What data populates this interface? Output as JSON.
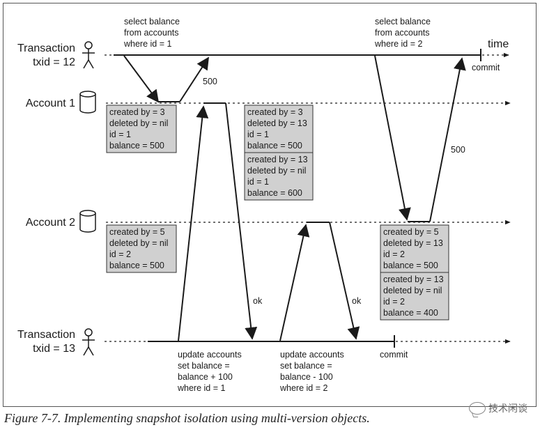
{
  "diagram": {
    "axis_label": "time",
    "actors": {
      "txn12": {
        "line1": "Transaction",
        "line2": "txid = 12"
      },
      "txn13": {
        "line1": "Transaction",
        "line2": "txid = 13"
      }
    },
    "accounts": {
      "account1": "Account 1",
      "account2": "Account 2"
    },
    "queries": {
      "select1": [
        "select balance",
        "from accounts",
        "where id = 1"
      ],
      "select2": [
        "select balance",
        "from accounts",
        "where id = 2"
      ],
      "update1": [
        "update accounts",
        "set balance =",
        "balance + 100",
        "where id = 1"
      ],
      "update2": [
        "update accounts",
        "set balance =",
        "balance - 100",
        "where id = 2"
      ]
    },
    "responses": {
      "r500a": "500",
      "r500b": "500",
      "okA": "ok",
      "okB": "ok"
    },
    "commits": {
      "txn12": "commit",
      "txn13": "commit"
    },
    "versions": {
      "a1_initial": [
        "created by = 3",
        "deleted by = nil",
        "id = 1",
        "balance = 500"
      ],
      "a1_old": [
        "created by = 3",
        "deleted by = 13",
        "id = 1",
        "balance = 500"
      ],
      "a1_new": [
        "created by = 13",
        "deleted by = nil",
        "id = 1",
        "balance = 600"
      ],
      "a2_initial": [
        "created by = 5",
        "deleted by = nil",
        "id = 2",
        "balance = 500"
      ],
      "a2_old": [
        "created by = 5",
        "deleted by = 13",
        "id = 2",
        "balance = 500"
      ],
      "a2_new": [
        "created by = 13",
        "deleted by = nil",
        "id = 2",
        "balance = 400"
      ]
    }
  },
  "caption": "Figure 7-7. Implementing snapshot isolation using multi-version objects.",
  "watermark": "技术闲谈"
}
